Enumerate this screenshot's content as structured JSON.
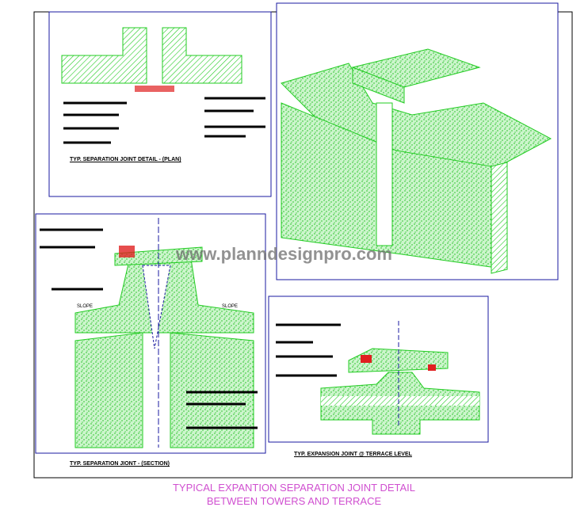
{
  "captions": {
    "plan": "TYP. SEPARATION JOINT DETAIL - (PLAN)",
    "section": "TYP. SEPARATION JIONT - (SECTION)",
    "terrace": "TYP. EXPANSION JOINT @ TERRACE LEVEL",
    "slope_left": "SLOPE",
    "slope_right": "SLOPE"
  },
  "title": {
    "line1": "TYPICAL EXPANTION SEPARATION JOINT DETAIL",
    "line2": "BETWEEN TOWERS AND TERRACE"
  },
  "watermark": "www.planndesignpro.com",
  "colors": {
    "concrete": "#22dd22",
    "frame": "#1a1aa0",
    "title": "#d050d0",
    "marker": "#e02020"
  }
}
